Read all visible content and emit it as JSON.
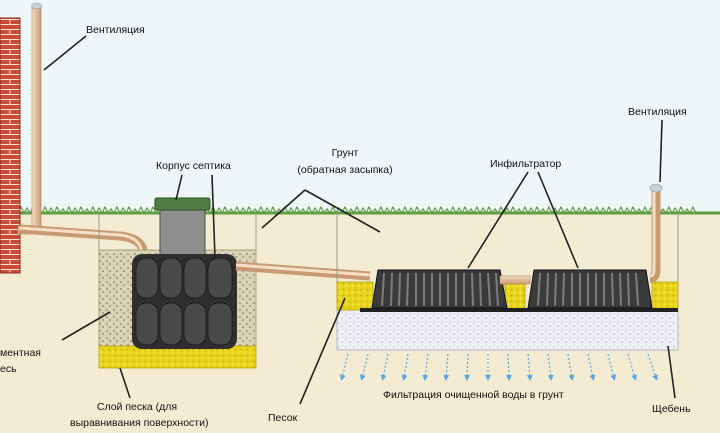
{
  "labels": {
    "ventilation_left": "Вентиляция",
    "ventilation_right": "Вентиляция",
    "septic_body": "Корпус септика",
    "soil_line1": "Грунт",
    "soil_line2": "(обратная засыпка)",
    "infiltrator": "Инфильтратор",
    "cement_line1": "ментная",
    "cement_line2": "есь",
    "sand_layer_line1": "Слой песка (для",
    "sand_layer_line2": "выравнивания  поверхности)",
    "sand": "Песок",
    "filtration": "Фильтрация  очищенной  воды  в  грунт",
    "gravel": "Щебень"
  },
  "colors": {
    "sky": "#eef6f7",
    "ground": "#f4ecd4",
    "grass": "#6aa84f",
    "brick": "#c0392b",
    "pipe": "#e8c9a8",
    "tank": "#3a3a3a",
    "sand": "#e6d21a",
    "gravel": "#ececf2",
    "water_arrow": "#5aa7e0"
  }
}
